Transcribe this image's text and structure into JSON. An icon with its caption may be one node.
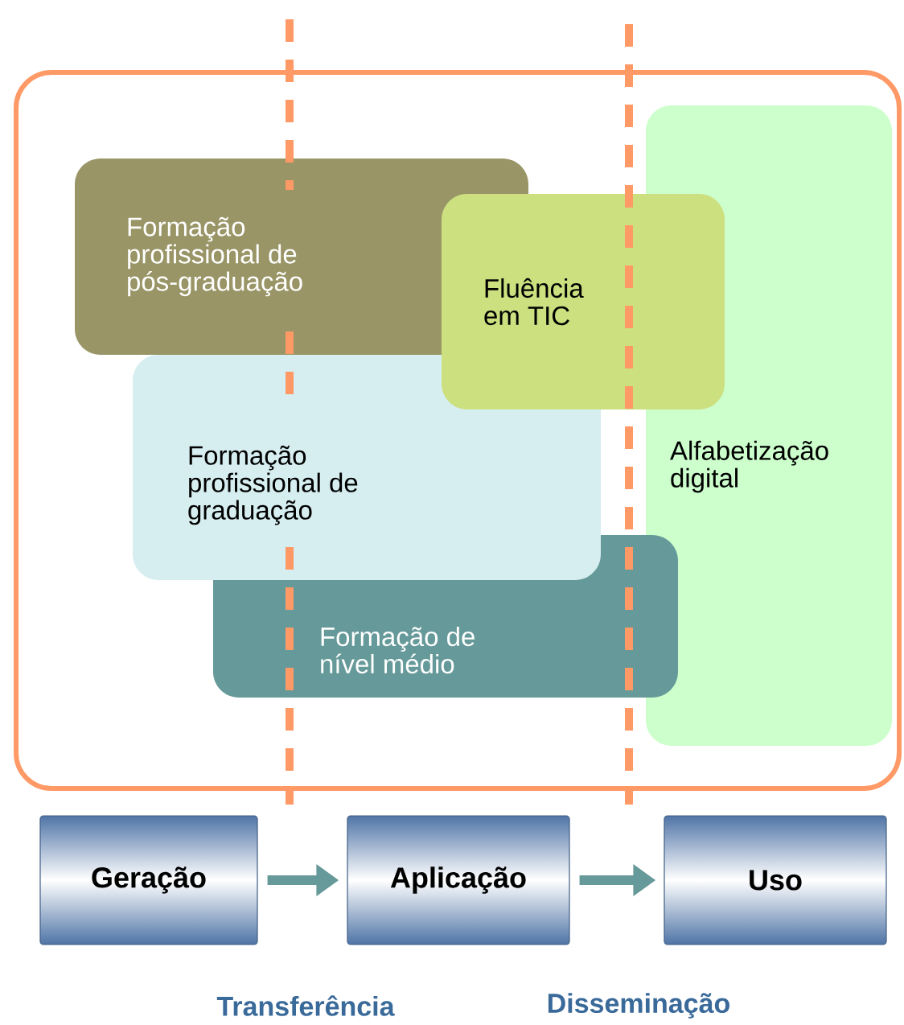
{
  "diagram": {
    "nodes": [
      {
        "text": [],
        "shape": "box"
      },
      {
        "text": [
          "Formação profissional de pós-graduação"
        ],
        "in": 0
      },
      {
        "text": [
          "Fluência em TIC"
        ],
        "in": 0
      },
      {
        "text": [
          "Alfabetização digital"
        ],
        "in": 0
      },
      {
        "text": [
          "Formação profissional de graduação"
        ],
        "in": 0
      },
      {
        "text": [
          "Formação de nível médio"
        ],
        "in": 0
      },
      {
        "text": [
          "Geração"
        ]
      },
      {
        "text": [
          "Aplicação"
        ]
      },
      {
        "text": [
          "Uso"
        ]
      }
    ],
    "edges": [
      {
        "from": 6,
        "to": 7,
        "arrow": "to"
      },
      {
        "from": 7,
        "to": 8,
        "arrow": "to"
      }
    ],
    "labels": [
      "Transferência",
      "Disseminação"
    ]
  }
}
